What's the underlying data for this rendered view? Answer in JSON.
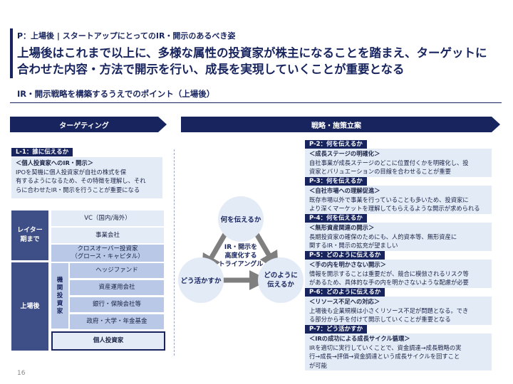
{
  "header": {
    "subtitle": "P：上場後 | スタートアップにとってのIR・開示のあるべき姿",
    "headline_line1": "上場後はこれまで以上に、多様な属性の投資家が株主になることを踏まえ、ターゲットに",
    "headline_line2": "合わせた内容・方法で開示を行い、成長を実現していくことが重要となる"
  },
  "section_title": "IR・開示戦略を構築するうえでのポイント（上場後）",
  "targeting": {
    "banner": "ターゲティング",
    "l1_tag": "L-1：誰に伝えるか",
    "l1_head": "＜個人投資家へのIR・開示＞",
    "l1_lines": [
      "IPOを契機に個人投資家が自社の株式を保",
      "有するようになるため、その特徴を理解し、それ",
      "らに合わせたIR・開示を行うことが重要になる"
    ],
    "late_label_line1": "レイター",
    "late_label_line2": "期まで",
    "post_label": "上場後",
    "vc": "VC（国内/海外）",
    "corp": "事業会社",
    "crossover_line1": "クロスオーバー投資家",
    "crossover_line2": "（グロース・キャピタル）",
    "inst_label": [
      "機",
      "関",
      "投",
      "資",
      "家"
    ],
    "hedge": "ヘッジファンド",
    "asset": "資産運用会社",
    "bank": "銀行・保険会社等",
    "gov": "政府・大学・年金基金",
    "retail": "個人投資家"
  },
  "triangle": {
    "top": "何を伝えるか",
    "left": "どう活かすか",
    "right_line1": "どのように",
    "right_line2": "伝えるか",
    "center_line1": "IR・開示を",
    "center_line2": "高度化する",
    "center_line3": "トライアングル"
  },
  "strategy": {
    "banner": "戦略・施策立案",
    "items": [
      {
        "tag": "P-2：何を伝えるか",
        "head": "＜成長ステージの明確化＞",
        "lines": [
          "自社事業が成長ステージのどこに位置付くかを明確化し、投",
          "資家とバリュエーションの目線を合わせることが重要"
        ]
      },
      {
        "tag": "P-3：何を伝えるか",
        "head": "＜自社市場への理解促進＞",
        "lines": [
          "既存市場以外で事業を行っていることも多いため、投資家に",
          "より深くマーケットを理解してもらえるような開示が求められる"
        ]
      },
      {
        "tag": "P-4：何を伝えるか",
        "head": "＜無形資産関連の開示＞",
        "lines": [
          "長期投資家の確保のためにも、人的資本等、無形資産に",
          "関するIR・開示の拡充が望ましい"
        ]
      },
      {
        "tag": "P-5：どのように伝えるか",
        "head": "＜手の内を明かさない開示＞",
        "lines": [
          "情報を開示することは重要だが、競合に模倣されるリスク等",
          "があるため、具体的な手の内を明かさないような配慮が必要"
        ]
      },
      {
        "tag": "P-6：どのように伝えるか",
        "head": "＜リソース不足への対応＞",
        "lines": [
          "上場後も企業規模は小さくリソース不足が問題となる。でき",
          "る部分から手を付けて開示していくことが重要となる"
        ]
      },
      {
        "tag": "P-7：どう活かすか",
        "head": "＜IRの成功による成長サイクル循環＞",
        "lines": [
          "IRを適切に実行していくことで、資金調達→成長戦略の実",
          "行→成長→評価→資金調達という成長サイクルを回すこと",
          "が可能"
        ]
      }
    ]
  },
  "page_number": "16",
  "colors": {
    "navy": "#17245e",
    "panel": "#e3ebf6",
    "mid": "#b9c8e6",
    "label": "#3d4f86",
    "arrow": "#7f7f7f"
  }
}
